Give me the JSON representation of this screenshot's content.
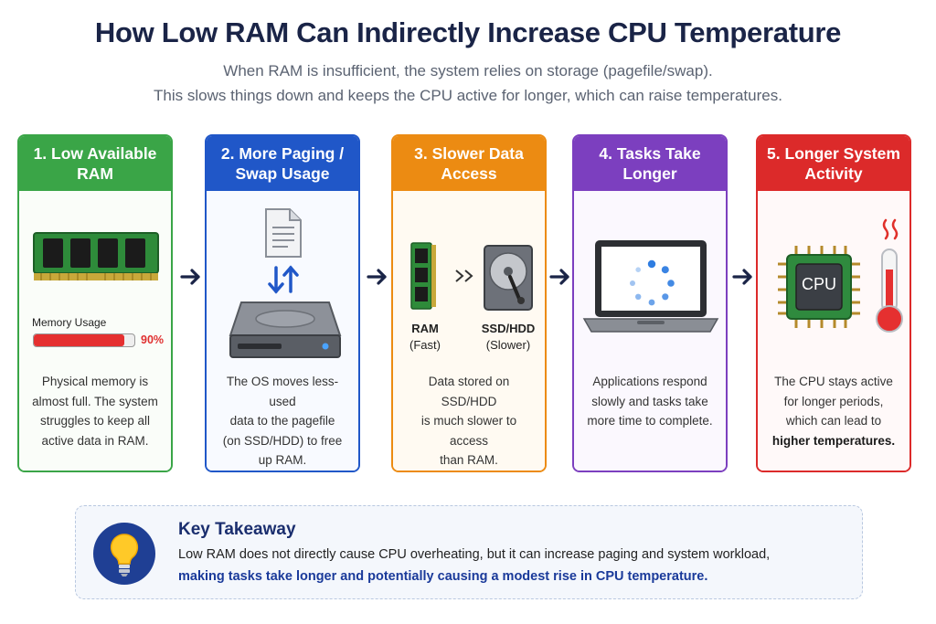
{
  "title": "How Low RAM Can Indirectly Increase CPU Temperature",
  "subtitle_line1": "When RAM is insufficient, the system relies on storage (pagefile/swap).",
  "subtitle_line2": "This slows things down and keeps the CPU active for longer, which can raise temperatures.",
  "steps": [
    {
      "title": "1. Low Available RAM",
      "title_lines": [
        "1. Low Available",
        "RAM"
      ],
      "color": "#3aa547",
      "memory_label": "Memory Usage",
      "memory_percent_text": "90%",
      "memory_percent": 90,
      "desc_lines": [
        "Physical memory is",
        "almost full. The system",
        "struggles to keep all",
        "active data in RAM."
      ]
    },
    {
      "title": "2. More Paging / Swap Usage",
      "title_lines": [
        "2. More Paging /",
        "Swap Usage"
      ],
      "color": "#2057c8",
      "desc_lines": [
        "The OS moves less-used",
        "data to the pagefile",
        "(on SSD/HDD) to free",
        "up RAM."
      ]
    },
    {
      "title": "3. Slower Data Access",
      "title_lines": [
        "3. Slower Data",
        "Access"
      ],
      "color": "#ec8b12",
      "ram_label": "RAM",
      "ram_sub": "(Fast)",
      "disk_label": "SSD/HDD",
      "disk_sub": "(Slower)",
      "desc_lines": [
        "Data stored on SSD/HDD",
        "is much slower to access",
        "than RAM."
      ]
    },
    {
      "title": "4. Tasks Take Longer",
      "title_lines": [
        "4. Tasks Take",
        "Longer"
      ],
      "color": "#7c3fbf",
      "desc_lines": [
        "Applications respond",
        "slowly and tasks take",
        "more time to complete."
      ]
    },
    {
      "title": "5. Longer System Activity",
      "title_lines": [
        "5. Longer System",
        "Activity"
      ],
      "color": "#dc2a2a",
      "cpu_label": "CPU",
      "desc_lines": [
        "The CPU stays active",
        "for longer periods,",
        "which can lead to",
        "higher temperatures."
      ]
    }
  ],
  "takeaway": {
    "title": "Key Takeaway",
    "line1": "Low RAM does not directly cause CPU overheating, but it can increase paging and system workload,",
    "line2": "making tasks take longer and potentially causing a modest rise in CPU temperature."
  },
  "icons": [
    "ram-module-icon",
    "document-icon",
    "up-down-arrows-icon",
    "hard-drive-icon",
    "double-chevron-icon",
    "laptop-icon",
    "loading-spinner-icon",
    "cpu-chip-icon",
    "thermometer-icon",
    "lightbulb-icon",
    "arrow-right-icon"
  ]
}
